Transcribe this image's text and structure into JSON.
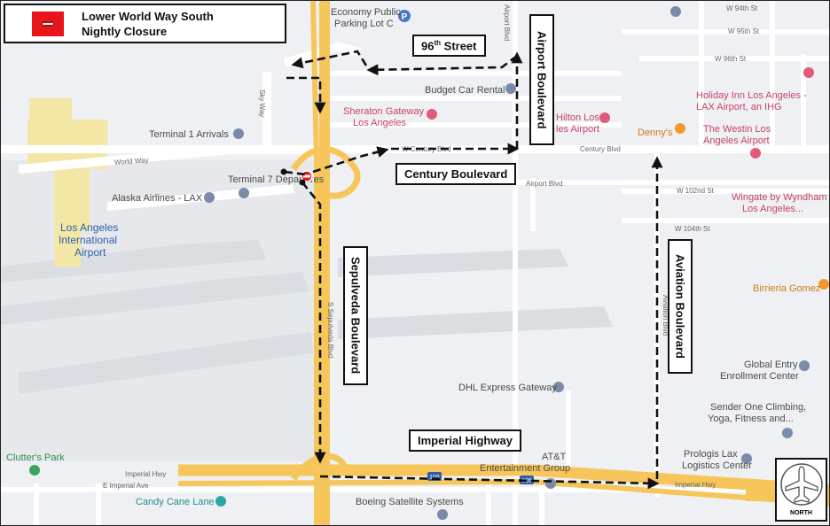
{
  "title": {
    "line1": "Lower World Way South",
    "line2": "Nightly Closure",
    "sign_icon": "road-closed-icon"
  },
  "callouts": {
    "street_96th": "96",
    "street_96th_sup": "th",
    "street_96th_rest": " Street",
    "airport_blvd": "Airport Boulevard",
    "century_blvd": "Century Boulevard",
    "sepulveda_blvd": "Sepulveda Boulevard",
    "aviation_blvd": "Aviation Boulevard",
    "imperial_hwy": "Imperial Highway"
  },
  "poi": {
    "economy_parking_1": "Economy Public",
    "economy_parking_2": "Parking Lot C",
    "budget": "Budget Car Rental",
    "sheraton_1": "Sheraton Gateway",
    "sheraton_2": "Los Angeles",
    "hilton_1": "Hilton Los",
    "hilton_2": "les Airport",
    "dennys": "Denny's",
    "holiday_1": "Holiday Inn Los Angeles -",
    "holiday_2": "LAX Airport, an IHG",
    "westin_1": "The Westin Los",
    "westin_2": "Angeles Airport",
    "wingate_1": "Wingate by Wyndham",
    "wingate_2": "Los Angeles...",
    "terminal1": "Terminal 1 Arrivals",
    "terminal7": "Terminal 7 Departures",
    "alaska": "Alaska Airlines - LAX",
    "lax_1": "Los Angeles",
    "lax_2": "International",
    "lax_3": "Airport",
    "birrieria": "Birrieria Gomez",
    "global_entry_1": "Global Entry",
    "global_entry_2": "Enrollment Center",
    "dhl": "DHL Express Gateway",
    "sender_1": "Sender One Climbing,",
    "sender_2": "Yoga, Fitness and...",
    "att_1": "AT&T",
    "att_2": "Entertainment Group",
    "prologis_1": "Prologis Lax",
    "prologis_2": "Logistics Center",
    "clutters": "Clutter's Park",
    "candy_cane": "Candy Cane Lane",
    "boeing": "Boeing Satellite Systems"
  },
  "streets": {
    "w94": "W 94th St",
    "w95": "W 95th St",
    "w96": "W 96th St",
    "w102": "W 102nd St",
    "w104": "W 104th St",
    "century": "W Century Blvd",
    "century_e": "Century Blvd",
    "world_way": "World Way",
    "sky_way": "Sky Way",
    "airport_blvd_small": "Airport Blvd",
    "aviation_blvd_small": "Aviation Blvd",
    "sepulveda_small": "S Sepulveda Blvd",
    "imperial": "Imperial Hwy",
    "e_imperial": "E Imperial Ave",
    "i105": "105"
  },
  "compass": {
    "label": "NORTH",
    "icon": "airplane-north-icon"
  },
  "colors": {
    "highway": "#f7c65a",
    "route_arrow": "#111111",
    "closure": "#e8161b",
    "poi_text": "#4a4a4a",
    "hotel_pin": "#e15a7a",
    "restaurant_pin": "#f29a2e"
  }
}
